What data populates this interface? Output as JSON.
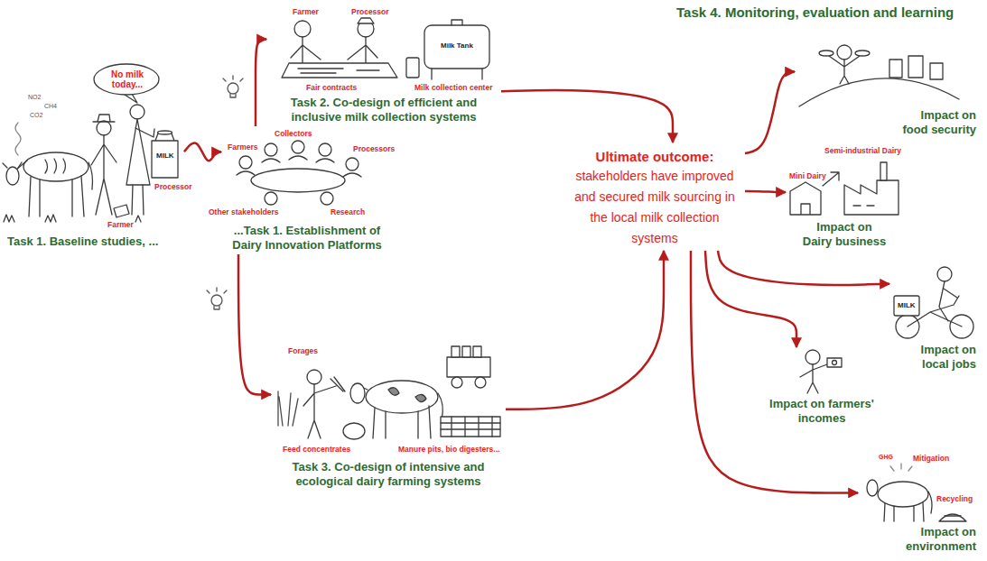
{
  "diagram": {
    "nodes": [
      {
        "text": [
          "Task 1. Baseline studies, ..."
        ]
      },
      {
        "text": [
          "...Task 1. Establishment of Dairy Innovation Platforms"
        ]
      },
      {
        "text": [
          "Task 2. Co-design of efficient and inclusive milk collection systems"
        ]
      },
      {
        "text": [
          "Task 3. Co-design of intensive and ecological dairy farming systems"
        ]
      },
      {
        "text": [
          "Ultimate outcome:",
          "stakeholders have improved and secured milk sourcing in the local milk collection systems"
        ]
      },
      {
        "text": [
          "Impact on food security"
        ]
      },
      {
        "text": [
          "Impact on Dairy business"
        ]
      },
      {
        "text": [
          "Impact on local jobs"
        ]
      },
      {
        "text": [
          "Impact on farmers' incomes"
        ]
      },
      {
        "text": [
          "Impact on environment"
        ]
      }
    ],
    "edges": [
      {
        "from": 0,
        "to": 1,
        "arrow": "to"
      },
      {
        "from": 1,
        "to": 2,
        "arrow": "to"
      },
      {
        "from": 1,
        "to": 3,
        "arrow": "to"
      },
      {
        "from": 2,
        "to": 4,
        "arrow": "to"
      },
      {
        "from": 3,
        "to": 4,
        "arrow": "to"
      },
      {
        "from": 4,
        "to": 5,
        "arrow": "to"
      },
      {
        "from": 4,
        "to": 6,
        "arrow": "to"
      },
      {
        "from": 4,
        "to": 7,
        "arrow": "to"
      },
      {
        "from": 4,
        "to": 8,
        "arrow": "to"
      },
      {
        "from": 4,
        "to": 9,
        "arrow": "to"
      }
    ],
    "labels": [
      "No milk today...",
      "MILK",
      "Processor",
      "Farmer",
      "NO2",
      "CH4",
      "CO2",
      "Collectors",
      "Farmers",
      "Processors",
      "Other stakeholders",
      "Research",
      "Farmer",
      "Processor",
      "Milk Tank",
      "Fair contracts",
      "Milk collection center",
      "Forages",
      "Feed concentrates",
      "Manure pits, bio digesters...",
      "Task 4. Monitoring, evaluation and learning",
      "Semi-industrial Dairy",
      "Mini Dairy",
      "MILK",
      "GHG",
      "Mitigation",
      "Recycling"
    ]
  }
}
